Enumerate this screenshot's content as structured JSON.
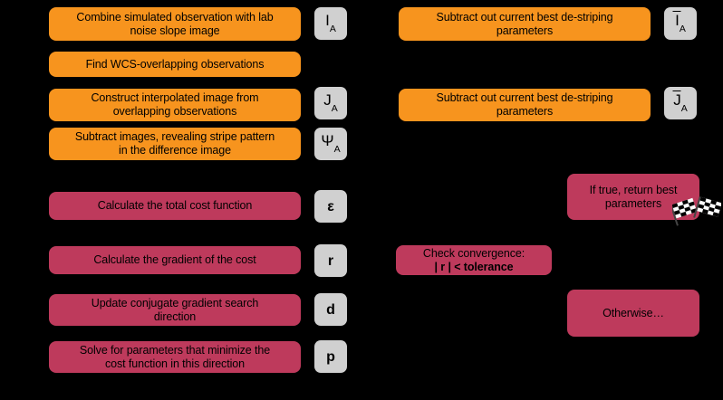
{
  "diagram": {
    "title": "De-striping conjugate gradient algorithm flow",
    "background_color": "#000000",
    "colors": {
      "orange": "#F7941E",
      "magenta": "#BE3A5C",
      "badge": "#D0D0D0",
      "text": "#000000"
    }
  },
  "left_column": {
    "steps": [
      {
        "id": "combine",
        "color": "orange",
        "lines": [
          "Combine simulated observation with lab",
          "noise slope image"
        ],
        "badge": {
          "symbol": "I",
          "subscript": "A",
          "overbar": false,
          "bold": false
        }
      },
      {
        "id": "find-wcs",
        "color": "orange",
        "lines": [
          "Find WCS-overlapping observations"
        ],
        "badge": null
      },
      {
        "id": "construct",
        "color": "orange",
        "lines": [
          "Construct interpolated image from",
          "overlapping observations"
        ],
        "badge": {
          "symbol": "J",
          "subscript": "A",
          "overbar": false,
          "bold": false
        }
      },
      {
        "id": "subtract-images",
        "color": "orange",
        "lines": [
          "Subtract images, revealing stripe pattern",
          "in the difference image"
        ],
        "badge": {
          "symbol": "Ψ",
          "subscript": "A",
          "overbar": false,
          "bold": false
        }
      },
      {
        "id": "total-cost",
        "color": "magenta",
        "lines": [
          "Calculate the total cost function"
        ],
        "badge": {
          "symbol": "ε",
          "subscript": "",
          "overbar": false,
          "bold": true
        }
      },
      {
        "id": "gradient",
        "color": "magenta",
        "lines": [
          "Calculate the gradient of the cost"
        ],
        "badge": {
          "symbol": "r",
          "subscript": "",
          "overbar": false,
          "bold": true
        }
      },
      {
        "id": "update-direction",
        "color": "magenta",
        "lines": [
          "Update conjugate gradient search",
          "direction"
        ],
        "badge": {
          "symbol": "d",
          "subscript": "",
          "overbar": false,
          "bold": true
        }
      },
      {
        "id": "solve-parameters",
        "color": "magenta",
        "lines": [
          "Solve for parameters that minimize the",
          "cost function in this direction"
        ],
        "badge": {
          "symbol": "p",
          "subscript": "",
          "overbar": false,
          "bold": true
        }
      }
    ]
  },
  "right_column": {
    "steps": [
      {
        "id": "subtract-best-1",
        "color": "orange",
        "lines": [
          "Subtract out current best de-striping",
          "parameters"
        ],
        "badge": {
          "symbol": "I",
          "subscript": "A",
          "overbar": true,
          "bold": false
        }
      },
      {
        "id": "subtract-best-2",
        "color": "orange",
        "lines": [
          "Subtract out current best de-striping",
          "parameters"
        ],
        "badge": {
          "symbol": "J",
          "subscript": "A",
          "overbar": true,
          "bold": false
        }
      },
      {
        "id": "return-best",
        "color": "magenta",
        "lines": [
          "If true, return best",
          "parameters"
        ],
        "icon": "checkered-flag-icon",
        "badge": null
      },
      {
        "id": "check-convergence",
        "color": "magenta",
        "lines": [
          "Check convergence:",
          "| r | < tolerance"
        ],
        "bold_line_index": 1,
        "badge": null
      },
      {
        "id": "otherwise",
        "color": "magenta",
        "lines": [
          "Otherwise…"
        ],
        "badge": null
      }
    ]
  }
}
